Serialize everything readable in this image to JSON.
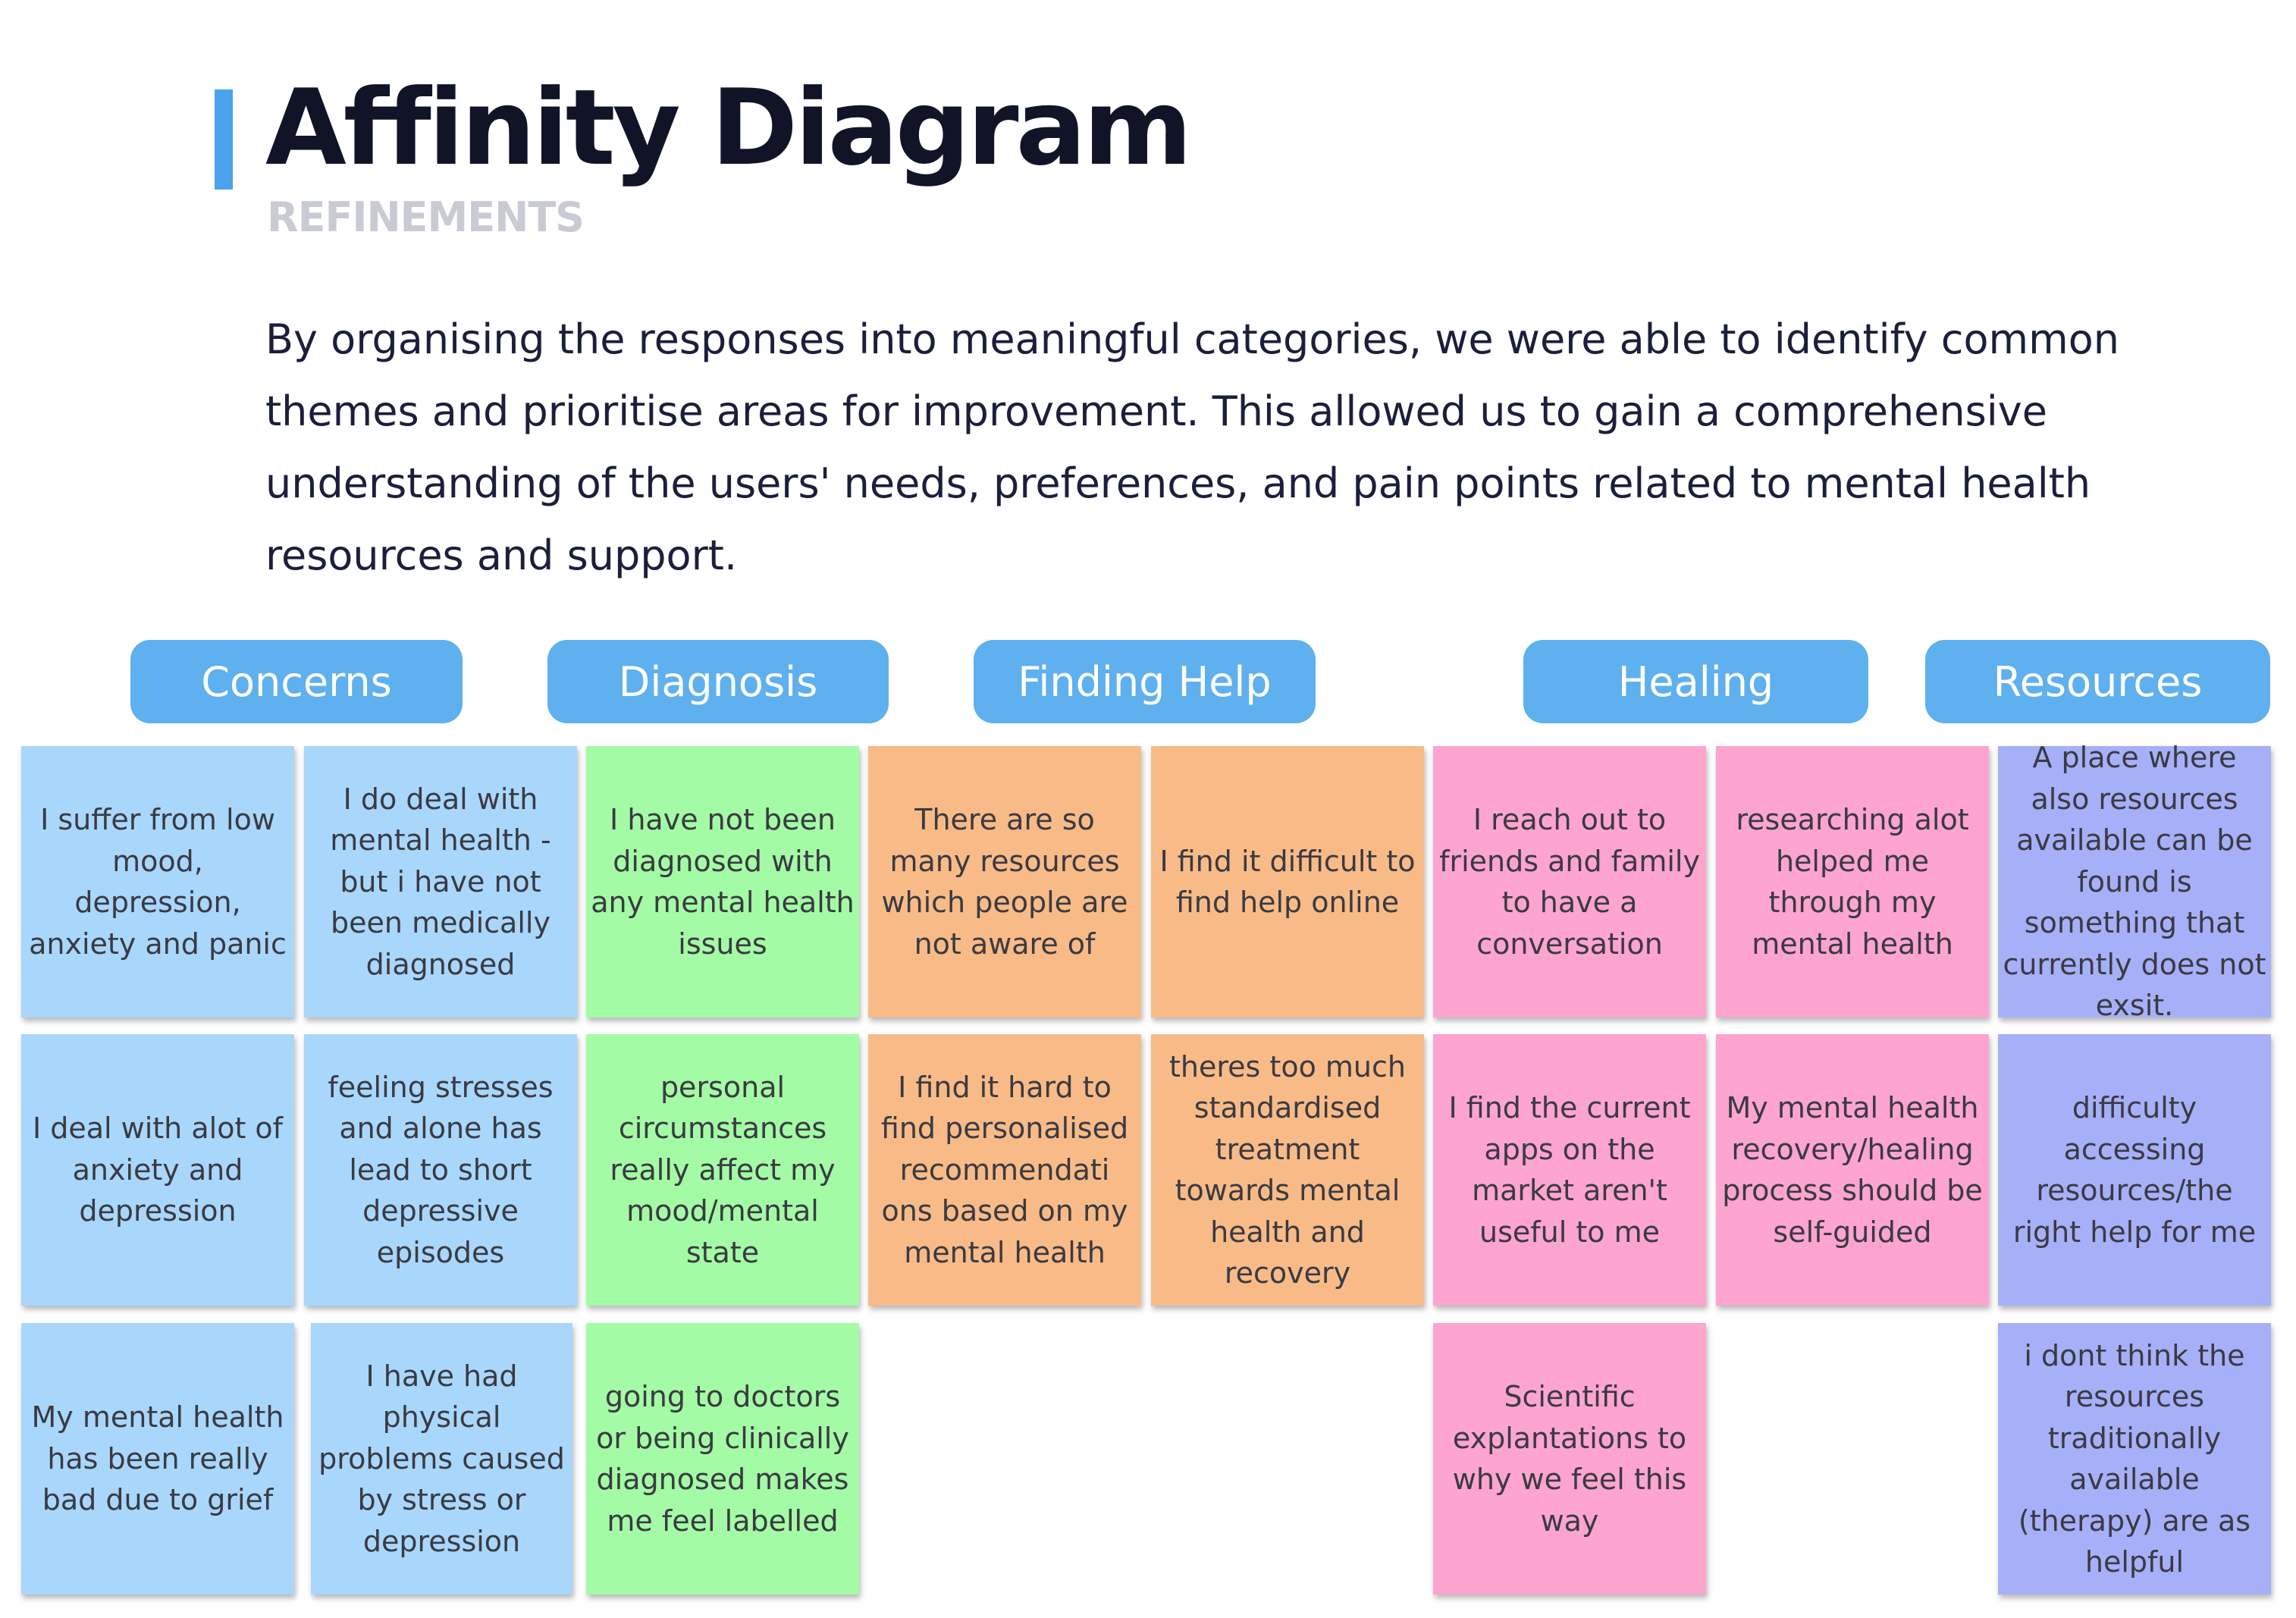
{
  "title": "Affinity Diagram",
  "subtitle": "REFINEMENTS",
  "description": "By organising the responses into meaningful categories, we were able to identify common themes and prioritise areas for improvement. This allowed us to gain a comprehensive understanding of the users' needs, preferences, and pain points related to mental health resources and support.",
  "colors": {
    "accent": "#4aa3ec",
    "header": "#5fb0ee",
    "concerns_note": "#a9d7fb",
    "diagnosis_note": "#a4fba5",
    "finding_help_note": "#f8bb87",
    "healing_note": "#fda4cf",
    "resources_note": "#a6b0f8"
  },
  "categories": [
    {
      "label": "Concerns",
      "notes": [
        "I suffer from low mood, depression, anxiety and panic",
        "I do deal with mental health - but i have not been medically diagnosed",
        "I deal with alot of anxiety and depression",
        "feeling stresses and alone has lead to short depressive episodes",
        "My mental health has been really bad due to grief",
        "I have had physical problems caused by stress or depression"
      ]
    },
    {
      "label": "Diagnosis",
      "notes": [
        "I have not been diagnosed with any mental health issues",
        "personal circumstances really affect my mood/mental state",
        "going to doctors or being clinically diagnosed makes me feel labelled"
      ]
    },
    {
      "label": "Finding Help",
      "notes": [
        "There are so many resources which people are not aware of",
        "I find it difficult to find help online",
        "I find it hard to find personalised recommendati ons based on my mental health",
        "theres too much standardised treatment towards mental health and recovery"
      ]
    },
    {
      "label": "Healing",
      "notes": [
        "I reach out to friends and family to have a conversation",
        "researching alot helped me through my mental health",
        "I find the current apps on the market aren't useful to me",
        "My mental health recovery/healing process should be self-guided",
        "Scientific explantations to why we feel this way"
      ]
    },
    {
      "label": "Resources",
      "notes": [
        "A place where also resources available can be found is something that currently does not exsit.",
        "difficulty accessing resources/the right help for me",
        "i dont think the resources traditionally available (therapy) are as helpful"
      ]
    }
  ]
}
